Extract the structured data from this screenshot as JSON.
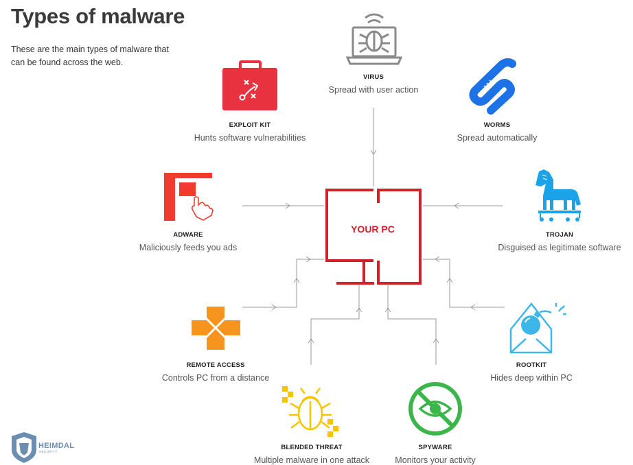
{
  "title": "Types of malware",
  "subtitle": "These are the main types of malware that can be found across the web.",
  "center": "YOUR PC",
  "nodes": [
    {
      "id": "virus",
      "name": "VIRUS",
      "desc": "Spread with user action",
      "icon": "laptop-bug-icon",
      "color": "#8a8a8a"
    },
    {
      "id": "exploit",
      "name": "EXPLOIT KIT",
      "desc": "Hunts software vulnerabilities",
      "icon": "toolkit-case-icon",
      "color": "#e8323f"
    },
    {
      "id": "worms",
      "name": "WORMS",
      "desc": "Spread automatically",
      "icon": "worm-icon",
      "color": "#1e72e8"
    },
    {
      "id": "adware",
      "name": "ADWARE",
      "desc": "Maliciously feeds you ads",
      "icon": "ad-window-icon",
      "color": "#f03b2e"
    },
    {
      "id": "trojan",
      "name": "TROJAN",
      "desc": "Disguised as legitimate software",
      "icon": "trojan-horse-icon",
      "color": "#1aa3e8"
    },
    {
      "id": "remote",
      "name": "REMOTE ACCESS",
      "desc": "Controls PC from a distance",
      "icon": "gamepad-cross-icon",
      "color": "#f7941d"
    },
    {
      "id": "rootkit",
      "name": "ROOTKIT",
      "desc": "Hides deep within PC",
      "icon": "envelope-bomb-icon",
      "color": "#3db6ea"
    },
    {
      "id": "blended",
      "name": "BLENDED THREAT",
      "desc": "Multiple malware in one attack",
      "icon": "bug-icon",
      "color": "#f7c500"
    },
    {
      "id": "spyware",
      "name": "SPYWARE",
      "desc": "Monitors your activity",
      "icon": "eye-blocked-icon",
      "color": "#3cb54a"
    }
  ],
  "brand": {
    "name": "HEIMDAL",
    "sub": "SECURITY",
    "icon": "heimdal-shield-logo",
    "color": "#6b8db2"
  },
  "colors": {
    "pc": "#d0202a",
    "connector": "#9a9a9a"
  }
}
